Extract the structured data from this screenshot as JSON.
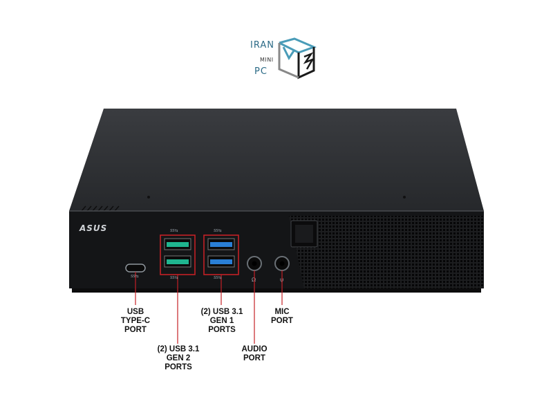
{
  "logo": {
    "line1": "IRAN",
    "line2": "MINI",
    "line3": "PC"
  },
  "device": {
    "brand": "ASUS",
    "port_marks": {
      "usbc": "SS⇆",
      "usb_gen2_top": "SS⇆",
      "usb_gen2_bottom": "SS⇆",
      "usb_gen1_top": "SS⇆",
      "usb_gen1_bottom": "SS⇆"
    },
    "colors": {
      "chassis": "#2e3033",
      "front_panel": "#141517",
      "highlight_box": "#c42026",
      "usb_gen2": "#1fb58f",
      "usb_gen1": "#2a7fd6"
    }
  },
  "callouts": {
    "usb_type_c": "USB\nTYPE-C\nPORT",
    "usb_gen2": "(2) USB 3.1\nGEN 2\nPORTS",
    "usb_gen1": "(2) USB 3.1\nGEN 1\nPORTS",
    "audio": "AUDIO\nPORT",
    "mic": "MIC\nPORT"
  }
}
